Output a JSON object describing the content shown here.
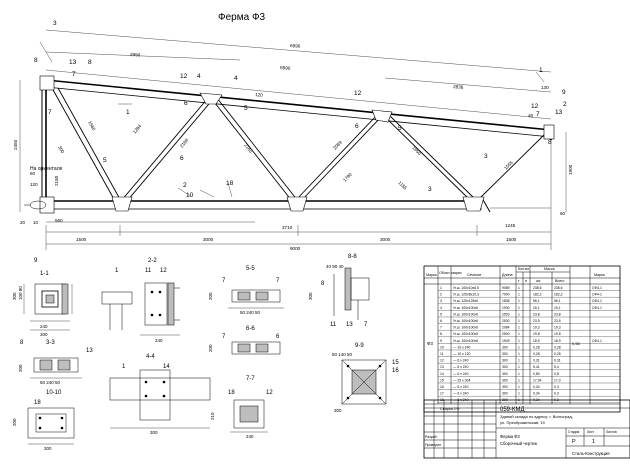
{
  "title": "Ферма Ф3",
  "truss": {
    "dims": {
      "overall": "9000",
      "base_left": "1500",
      "base_mid1": "3000",
      "base_mid2": "3000",
      "base_right": "1500",
      "span_3710": "3710",
      "top_6990": "6990",
      "top_2950": "2950",
      "top_2836": "2836",
      "height_left": "2450",
      "height_right": "1900",
      "d_560": "560",
      "d_1245": "1245",
      "d_60": "60",
      "d_10": "10",
      "d_20": "20",
      "d_130": "130"
    },
    "diag_dims": [
      "1294",
      "1560",
      "2168",
      "2165",
      "2089",
      "1950",
      "1555",
      "1155",
      "1790",
      "2180",
      "300",
      "120",
      "60",
      "120",
      "40"
    ],
    "note": "На ориентале"
  },
  "section_titles": {
    "s9": "9",
    "s11": "1-1",
    "s22": "2-2",
    "s55": "5-5",
    "s88": "8-8",
    "s33": "3-3",
    "s44": "4-4",
    "s66": "6-6",
    "s99": "9-9",
    "s1010": "10-10",
    "s77": "7-7",
    "s18": "18"
  },
  "spec_table": {
    "headers": [
      "Марка",
      "Обозн. марки",
      "Сечение",
      "Длина",
      "Кол-во",
      "",
      "Масса",
      "",
      "Марка"
    ],
    "subheaders": [
      "т",
      "н",
      "шт.",
      "Всего"
    ],
    "mark": "Ф3",
    "total_mass": "0,56",
    "rows": [
      [
        "1",
        "Уг.ш. 100х10х6.5",
        "9089",
        "1",
        "238,6",
        "238,6",
        "СФ4-1"
      ],
      [
        "2",
        "Уг.ш. 125х8х10,3",
        "7000",
        "1",
        "182,2",
        "182,2",
        "СФ4-1"
      ],
      [
        "3",
        "Уг.ш. 125х125х6",
        "1838",
        "1",
        "56,1",
        "56,1",
        "СФ4-1"
      ],
      [
        "4",
        "Уг.ш. 100х100х6",
        "1930",
        "1",
        "15,1",
        "15,1",
        "СФ4-1"
      ],
      [
        "5",
        "Уг.ш. 100х100х6",
        "2503",
        "1",
        "23,8",
        "23,8",
        ""
      ],
      [
        "6",
        "Уг.ш. 100х100х6",
        "2530",
        "1",
        "23,5",
        "23,5",
        ""
      ],
      [
        "7",
        "Уг.ш. 100х100х6",
        "2084",
        "1",
        "19,3",
        "19,3",
        ""
      ],
      [
        "8",
        "Уг.ш. 100х100х6",
        "2500",
        "1",
        "19,8",
        "19,8",
        ""
      ],
      [
        "9",
        "Уг.ш. 100х100х6",
        "1949",
        "1",
        "18,9",
        "18,9",
        "СФ4-1"
      ],
      [
        "10",
        "— 10 х 240",
        "300",
        "1",
        "0,28",
        "0,28",
        ""
      ],
      [
        "11",
        "— 10 х 120",
        "300",
        "1",
        "0,28",
        "0,28",
        ""
      ],
      [
        "12",
        "— 6 х 240",
        "300",
        "1",
        "0,31",
        "0,31",
        ""
      ],
      [
        "13",
        "— 6 х 240",
        "300",
        "1",
        "5,41",
        "5,4",
        ""
      ],
      [
        "14",
        "— 6 х 240",
        "300",
        "1",
        "0,80",
        "0,8",
        ""
      ],
      [
        "15",
        "— 25 х 304",
        "300",
        "1",
        "17,04",
        "17,0",
        ""
      ],
      [
        "16",
        "— 6 х 240",
        "300",
        "1",
        "0,34",
        "0,3",
        ""
      ],
      [
        "17",
        "— 6 х 240",
        "300",
        "1",
        "0,34",
        "0,3",
        ""
      ],
      [
        "18",
        "— 6 х 240",
        "300",
        "1",
        "0,34",
        "0,3",
        ""
      ]
    ],
    "footer": "Сварка 1%"
  },
  "title_block": {
    "code": "059-КМД",
    "line1": "Зданий склада по адресу: г. Волгоград,",
    "line2": "ул. Преображенская, 19",
    "sheet_name_1": "Ферма Ф3",
    "sheet_name_2": "Сборочный чертеж",
    "stage": "Р",
    "sheet": "1",
    "company": "Сталь-Конструкция",
    "labels": [
      "Стадия",
      "Лист",
      "Листов"
    ],
    "sig1": "Разраб.",
    "sig2": "Проверил"
  },
  "colors": {
    "line": "#000000",
    "paper": "#ffffff",
    "hatch": "#bdbdbd"
  }
}
